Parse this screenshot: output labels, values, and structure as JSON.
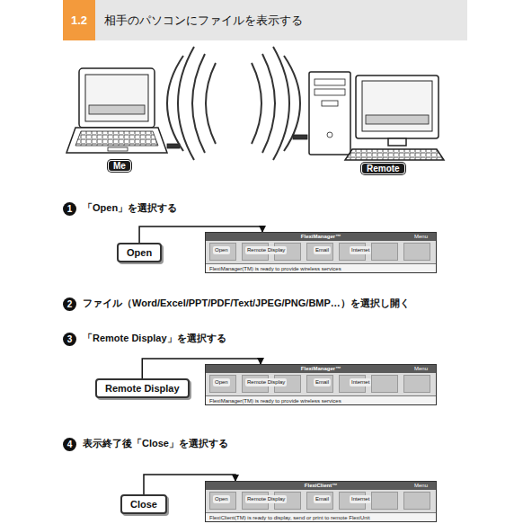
{
  "diagram": {
    "title": "相手のパソコンにファイルを表示する",
    "nodes": [
      {
        "text": [
          "1.2"
        ]
      },
      {
        "text": [
          "Me"
        ]
      },
      {
        "text": [
          "Remote"
        ]
      },
      {
        "text": [
          "1"
        ]
      },
      {
        "text": [
          "Open"
        ]
      },
      {
        "text": [
          "FlexiManager™",
          "Open",
          "Remote Display",
          "Email",
          "Internet",
          "Menu",
          "FlexiManager(TM) is ready to provide wireless services"
        ]
      },
      {
        "text": [
          "2"
        ]
      },
      {
        "text": [
          "3"
        ]
      },
      {
        "text": [
          "Remote Display"
        ]
      },
      {
        "text": [
          "FlexiManager™",
          "Open",
          "Remote Display",
          "Email",
          "Internet",
          "Menu",
          "FlexiManager(TM) is ready to provide wireless services"
        ]
      },
      {
        "text": [
          "4"
        ]
      },
      {
        "text": [
          "Close"
        ]
      },
      {
        "text": [
          "FlexiClient™",
          "Open",
          "Remote Display",
          "Email",
          "Internet",
          "Menu",
          "FlexiClient(TM) is ready to display, send or print to remote FlexiUnit"
        ]
      }
    ],
    "edges": [
      {
        "from": 4,
        "to": 5,
        "arrow": "to"
      },
      {
        "from": 8,
        "to": 9,
        "arrow": "to"
      },
      {
        "from": 11,
        "to": 12,
        "arrow": "to"
      }
    ],
    "labels": [
      "「Open」を選択する",
      "ファイル（Word/Excel/PPT/PDF/Text/JPEG/PNG/BMP…）を選択し開く",
      "「Remote Display」を選択する",
      "表示終了後「Close」を選択する"
    ]
  }
}
